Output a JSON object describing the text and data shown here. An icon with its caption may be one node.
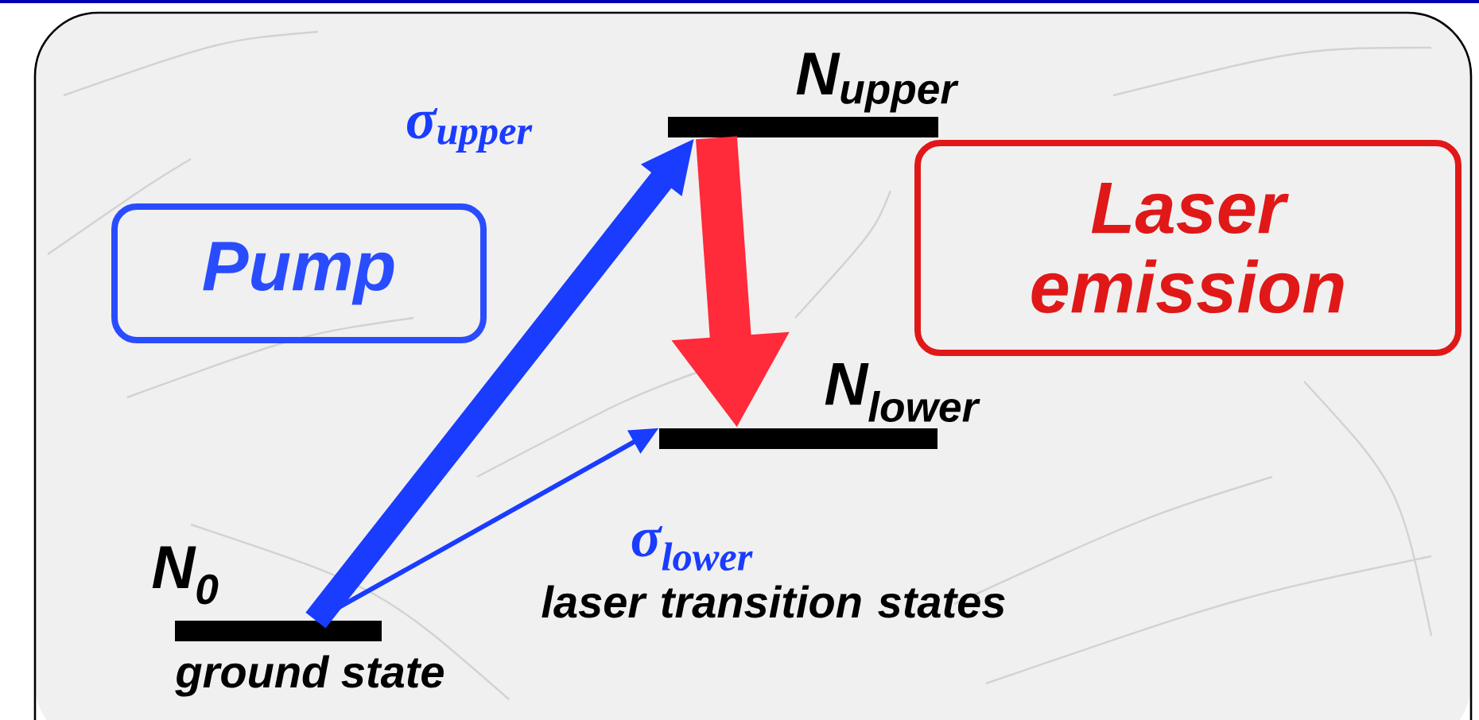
{
  "diagram": {
    "nodes": [
      {
        "text": [
          "N$_{0}$"
        ],
        "beside": [
          "ground state"
        ]
      },
      {
        "text": [
          "N$_{upper}$"
        ]
      },
      {
        "text": [
          "N$_{lower}$"
        ]
      },
      {
        "text": [
          "Pump"
        ]
      },
      {
        "text": [
          "Laser emission"
        ]
      }
    ],
    "edges": [
      {
        "from": 0,
        "to": 1,
        "arrow": "to",
        "label": "σ$_{upper}$",
        "color": "#1a3cff"
      },
      {
        "from": 0,
        "to": 2,
        "arrow": "to",
        "label": "σ$_{lower}$",
        "color": "#1a3cff"
      },
      {
        "from": 1,
        "to": 2,
        "arrow": "to",
        "color": "#ff2a3a"
      }
    ],
    "labels": [
      "laser transition states"
    ]
  }
}
